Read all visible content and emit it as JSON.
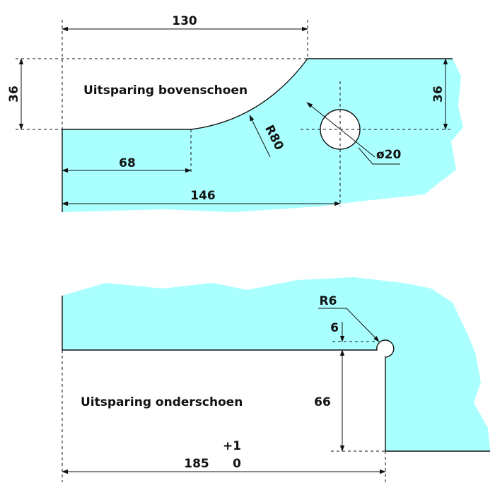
{
  "colors": {
    "glass_fill": "#aaffff",
    "line": "#111111",
    "background": "#ffffff"
  },
  "top_view": {
    "title": "Uitsparing bovenschoen",
    "dimensions": {
      "width_cutout": "130",
      "depth_cutout_left": "36",
      "depth_cutout_right": "36",
      "flat_length": "68",
      "hole_center": "146",
      "radius": "R80",
      "hole_diameter": "ø20"
    }
  },
  "bottom_view": {
    "title": "Uitsparing onderschoen",
    "dimensions": {
      "corner_radius": "R6",
      "offset": "6",
      "depth": "66",
      "length": "185",
      "tolerance_plus": "+1",
      "tolerance_minus": "0"
    }
  }
}
